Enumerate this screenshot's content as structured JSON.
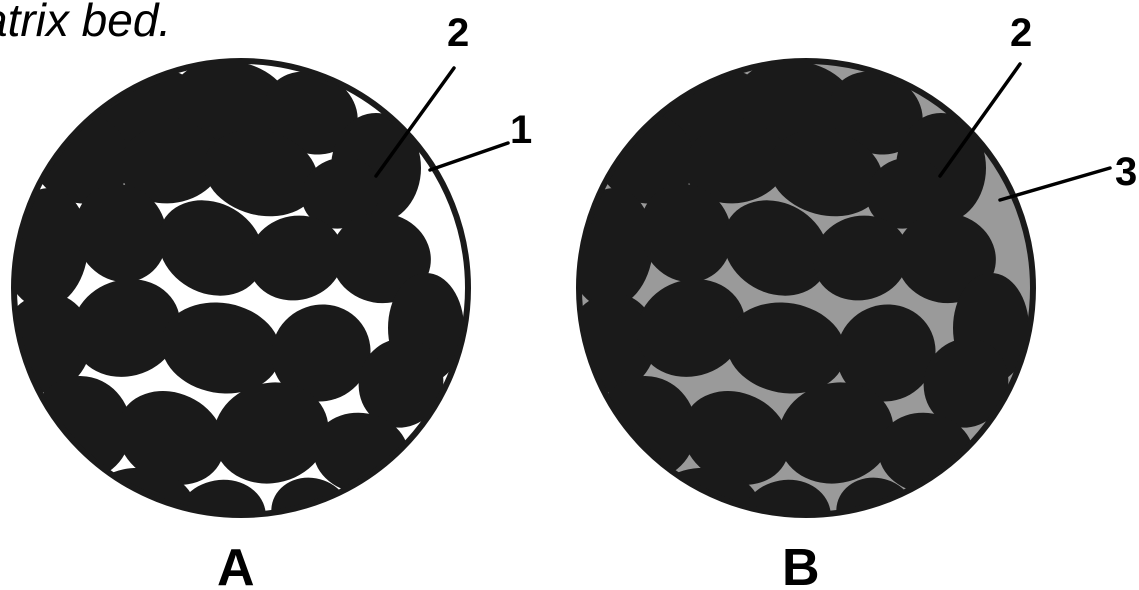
{
  "heading": "atrix bed.",
  "colors": {
    "grain": "#1a1a1a",
    "pore_empty": "#ffffff",
    "pore_filled": "#9a9a9a",
    "outline": "#000000"
  },
  "panels": [
    {
      "id": "A",
      "label": "A",
      "pore_fill": "pore_empty",
      "callouts": [
        {
          "text": "2",
          "target": "grain"
        },
        {
          "text": "1",
          "target": "pore-space"
        }
      ]
    },
    {
      "id": "B",
      "label": "B",
      "pore_fill": "pore_filled",
      "callouts": [
        {
          "text": "2",
          "target": "grain"
        },
        {
          "text": "3",
          "target": "filled-pore-space"
        }
      ]
    }
  ]
}
